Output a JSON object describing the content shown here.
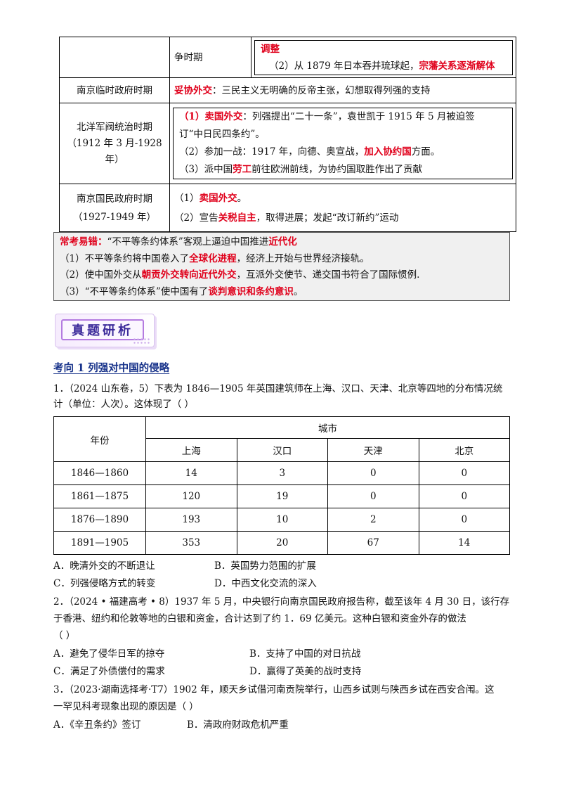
{
  "top_table": {
    "row0": {
      "col2": "争时期",
      "col3_line1": "调整",
      "col3_line2_pre": "（2）从 1879 年日本吞并琉球起，",
      "col3_line2_red": "宗藩关系逐渐解体"
    },
    "row1": {
      "col1": "南京临时政府时期",
      "red": "妥协外交",
      "text": "：三民主义无明确的反帝主张，幻想取得列强的支持"
    },
    "row2": {
      "col1_line1": "北洋军阀统治时期",
      "col1_line2": "（1912 年 3 月-1928",
      "col1_line3": "年）",
      "l1_red": "（1）卖国外交",
      "l1_text": "：列强提出“二十一条”，袁世凯于 1915 年 5 月被迫签",
      "l2_text": "订“中日民四条约”。",
      "l3_text": "（2）参加一战：1917 年，向德、奥宣战，",
      "l3_red": "加入协约国",
      "l3_text2": "方面。",
      "l4_text": "（3）派中国",
      "l4_red": "劳工",
      "l4_text2": "前往欧洲前线，为协约国取胜作出了贡献"
    },
    "row3": {
      "col1_line1": "南京国民政府时期",
      "col1_line2": "（1927-1949 年）",
      "l1_text": "（1）",
      "l1_red": "卖国外交",
      "l1_text2": "。",
      "l2_text": "（2）宣告",
      "l2_red": "关税自主",
      "l2_text2": "，取得进展；发起“改订新约”运动"
    }
  },
  "callout": {
    "l1_red": "常考易错：",
    "l1_text": "“不平等条约体系”客观上逼迫中国推进",
    "l1_red2": "近代化",
    "l2_text": "（1）不平等条约将中国卷入了",
    "l2_red": "全球化进程",
    "l2_text2": "，经济上开始与世界经济接轨。",
    "l3_text": "（2）使中国外交从",
    "l3_red": "朝贡外交转向近代外交",
    "l3_text2": "，互派外交使节、递交国书符合了国际惯例.",
    "l4_text": "（3）“不平等条约体系”使中国有了",
    "l4_red": "谈判意识和条约意识",
    "l4_text2": "。"
  },
  "banner": {
    "label": "真题研析"
  },
  "section_title": "考向 1   列强对中国的侵略",
  "q1": {
    "line1": "1．（2024 山东卷，5）下表为 1846—1905 年英国建筑师在上海、汉口、天津、北京等四地的分布情况统",
    "line2": "计（单位：人次）。这体现了（      ）",
    "table": {
      "corner": "年份",
      "group_header": "城市",
      "cities": [
        "上海",
        "汉口",
        "天津",
        "北京"
      ],
      "rows": [
        {
          "year": "1846—1860",
          "values": [
            "14",
            "3",
            "0",
            "0"
          ]
        },
        {
          "year": "1861—1875",
          "values": [
            "120",
            "19",
            "0",
            "0"
          ]
        },
        {
          "year": "1876—1890",
          "values": [
            "193",
            "10",
            "2",
            "0"
          ]
        },
        {
          "year": "1891—1905",
          "values": [
            "353",
            "20",
            "67",
            "14"
          ]
        }
      ]
    },
    "options": {
      "A": "A．晚清外交的不断退让",
      "B": "B．英国势力范围的扩展",
      "C": "C．列强侵略方式的转变",
      "D": "D．中西文化交流的深入"
    }
  },
  "q2": {
    "line1": "2．（2024 • 福建高考 • 8）1937 年 5 月，中央银行向南京国民政府报告称，截至该年 4 月 30 日，该行存",
    "line2": "于香港、纽约和伦敦等地的白银和资金，合计达到了约 1．69 亿美元。这种白银和资金外存的做法",
    "line3": "（      ）",
    "options": {
      "A": "A．避免了侵华日军的掠夺",
      "B": "B．支持了中国的对日抗战",
      "C": "C．满足了外债偿付的需求",
      "D": "D．赢得了英美的战时支持"
    }
  },
  "q3": {
    "line1": "3．（2023·湖南选择考·T7）1902 年，顺天乡试借河南贡院举行，山西乡试则与陕西乡试在西安合闱。这",
    "line2": "一罕见科考现象出现的原因是（      ）",
    "options": {
      "A": "A．《辛丑条约》签订",
      "B": "B．清政府财政危机严重"
    }
  }
}
